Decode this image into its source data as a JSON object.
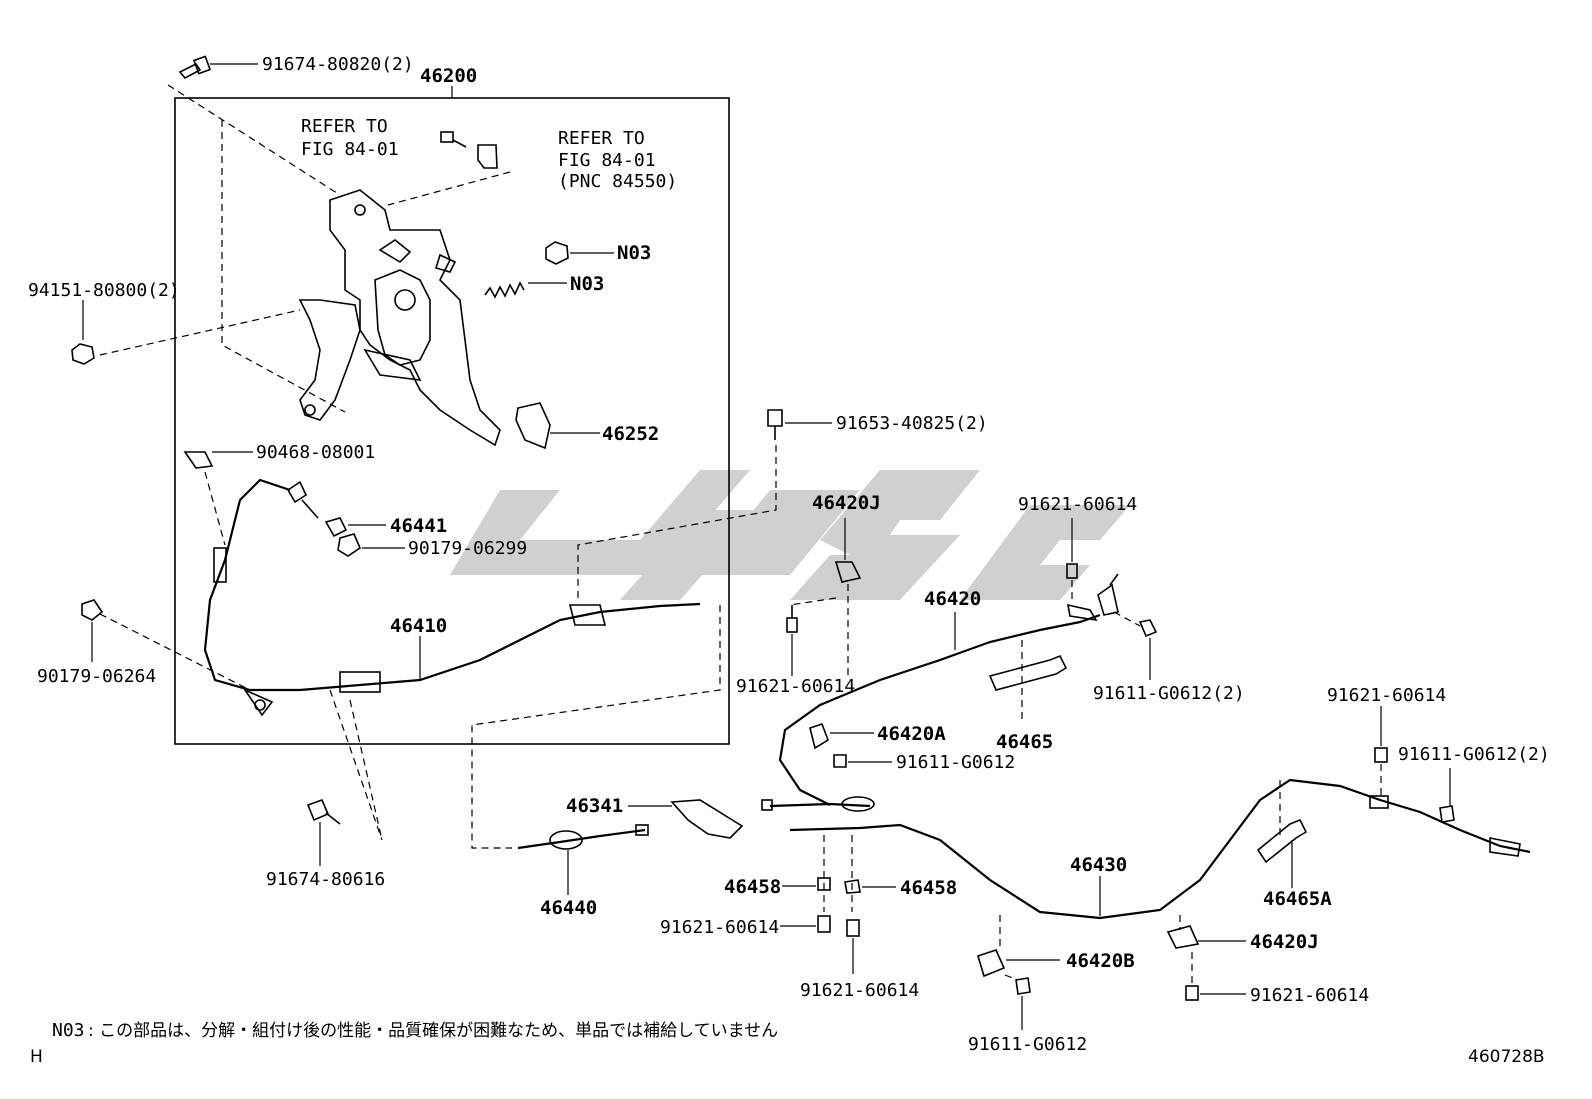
{
  "watermark": {
    "color": "#c8c8c8"
  },
  "refs": {
    "ref1_line1": "REFER TO",
    "ref1_line2": "FIG 84-01",
    "ref2_line1": "REFER TO",
    "ref2_line2": "FIG 84-01",
    "ref2_line3": "(PNC 84550)"
  },
  "labels": {
    "p91674_80820": "91674-80820(2)",
    "p46200": "46200",
    "p94151_80800": "94151-80800(2)",
    "n03_a": "N03",
    "n03_b": "N03",
    "p46252": "46252",
    "p90468_08001": "90468-08001",
    "p46441": "46441",
    "p90179_06299": "90179-06299",
    "p46410": "46410",
    "p90179_06264": "90179-06264",
    "p91674_80616": "91674-80616",
    "p91653_40825": "91653-40825(2)",
    "p46420J_top": "46420J",
    "p91621_60614_top": "91621-60614",
    "p46420": "46420",
    "p91621_60614_left": "91621-60614",
    "p46420A": "46420A",
    "p91611_G0612_mid": "91611-G0612",
    "p91611_G0612_2_top": "91611-G0612(2)",
    "p46465": "46465",
    "p46341": "46341",
    "p46440": "46440",
    "p46458_left": "46458",
    "p46458_right": "46458",
    "p91621_60614_bl": "91621-60614",
    "p91621_60614_bm": "91621-60614",
    "p46430": "46430",
    "p46420B": "46420B",
    "p91611_G0612_bottom": "91611-G0612",
    "p91621_60614_right_top": "91621-60614",
    "p91611_G0612_2_right": "91611-G0612(2)",
    "p46465A": "46465A",
    "p46420J_right": "46420J",
    "p91621_60614_br": "91621-60614"
  },
  "footer": {
    "note_code": "N03",
    "note_text": ": この部品は、分解・組付け後の性能・品質確保が困難なため、単品では補給していません",
    "corner_mark": "H",
    "figure_id": "460728B"
  }
}
